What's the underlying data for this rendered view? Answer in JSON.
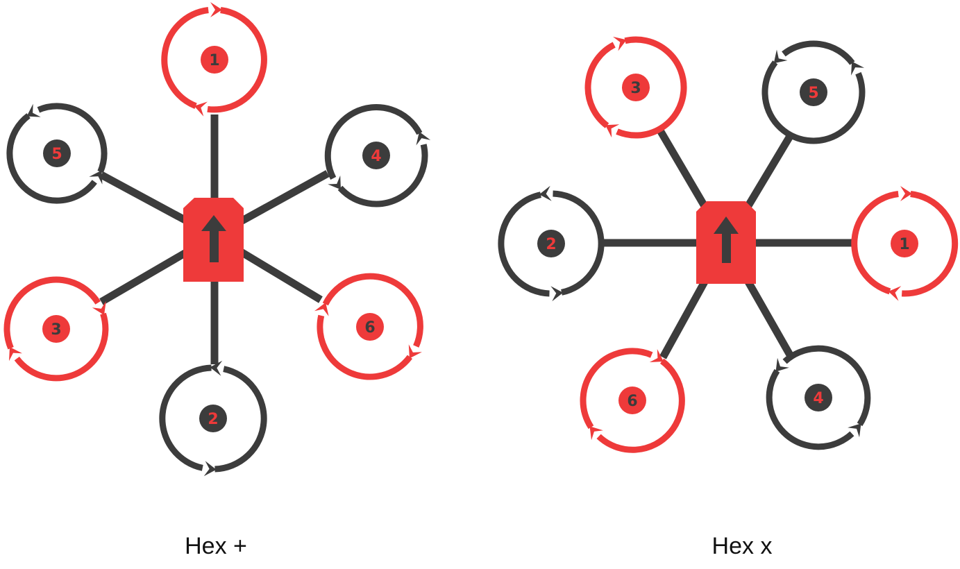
{
  "colors": {
    "red": "#ee3a3a",
    "dark": "#3c3c3c",
    "background": "#ffffff"
  },
  "diagrams": [
    {
      "id": "hex-plus",
      "label": "Hex +",
      "motors": [
        {
          "number": "1",
          "color": "red",
          "rotation": "clockwise"
        },
        {
          "number": "2",
          "color": "dark",
          "rotation": "counterclockwise"
        },
        {
          "number": "3",
          "color": "red",
          "rotation": "clockwise"
        },
        {
          "number": "4",
          "color": "dark",
          "rotation": "counterclockwise"
        },
        {
          "number": "5",
          "color": "dark",
          "rotation": "counterclockwise"
        },
        {
          "number": "6",
          "color": "red",
          "rotation": "clockwise"
        }
      ]
    },
    {
      "id": "hex-x",
      "label": "Hex x",
      "motors": [
        {
          "number": "1",
          "color": "red",
          "rotation": "clockwise"
        },
        {
          "number": "2",
          "color": "dark",
          "rotation": "counterclockwise"
        },
        {
          "number": "3",
          "color": "red",
          "rotation": "clockwise"
        },
        {
          "number": "4",
          "color": "dark",
          "rotation": "counterclockwise"
        },
        {
          "number": "5",
          "color": "dark",
          "rotation": "counterclockwise"
        },
        {
          "number": "6",
          "color": "red",
          "rotation": "clockwise"
        }
      ]
    }
  ]
}
